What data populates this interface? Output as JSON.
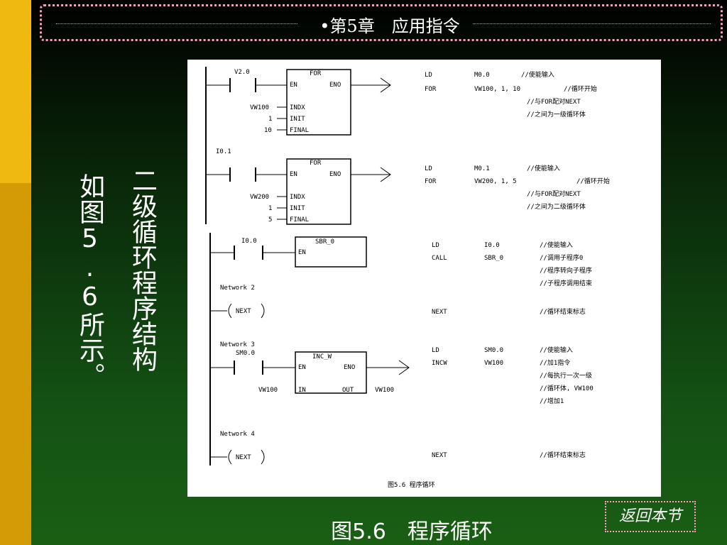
{
  "header": {
    "title": "•第5章　应用指令"
  },
  "slide": {
    "vertical_text_1": "二级循环程序结构",
    "vertical_text_2": "如图5.6所示。",
    "caption": "图5.6　程序循环",
    "back_button": "返回本节"
  },
  "colors": {
    "accent_yellow": "#f0b911",
    "accent_dark_yellow": "#d39b06",
    "border_pink": "#ff9ac2"
  },
  "figure": {
    "top": {
      "net1": {
        "contact": "V2.0",
        "box": "FOR",
        "in_en": "EN",
        "out_eno": "ENO",
        "pins": [
          "INDX",
          "INIT",
          "FINAL"
        ],
        "pin_vals": [
          "VW100",
          "1",
          "10"
        ],
        "code": [
          "LD",
          "FOR"
        ],
        "args": [
          "M0.0",
          "VW100, 1, 10"
        ],
        "comments": [
          "//使能输入",
          "//循环开始",
          "//与FOR配对NEXT",
          "//之间为一级循环体"
        ]
      },
      "net2": {
        "contact": "I0.1",
        "box": "FOR",
        "in_en": "EN",
        "out_eno": "ENO",
        "pins": [
          "INDX",
          "INIT",
          "FINAL"
        ],
        "pin_vals": [
          "VW200",
          "1",
          "5"
        ],
        "code": [
          "LD",
          "FOR"
        ],
        "args": [
          "M0.1",
          "VW200, 1, 5"
        ],
        "comments": [
          "//使能输入",
          "//循环开始",
          "//与FOR配对NEXT",
          "//之间为二级循环体"
        ]
      }
    },
    "bottom": {
      "net1": {
        "contact": "I0.0",
        "box": "SBR_0",
        "in_en": "EN",
        "code": [
          "LD",
          "CALL"
        ],
        "args": [
          "I0.0",
          "SBR_0"
        ],
        "comments": [
          "//使能输入",
          "//调用子程序0",
          "//程序转向子程序",
          "//子程序调用结束"
        ]
      },
      "net2_label": "Network 2",
      "next1": "NEXT",
      "next_comment": "//循环结束标志",
      "net3": {
        "label": "Network 3",
        "contact": "SM0.0",
        "box": "INC_W",
        "in_en": "EN",
        "out_eno": "ENO",
        "in_pin": "IN",
        "out_pin": "OUT",
        "in_val": "VW100",
        "out_val": "VW100",
        "code": [
          "LD",
          "INCW"
        ],
        "args": [
          "SM0.0",
          "VW100"
        ],
        "comments": [
          "//使能输入",
          "//加1指令",
          "//每执行一次一级",
          "//循环体, VW100",
          "//增加1"
        ]
      },
      "net4_label": "Network 4",
      "next2": "NEXT",
      "next2_comment": "//循环结束标志"
    },
    "caption_small": "图5.6  程序循环"
  }
}
